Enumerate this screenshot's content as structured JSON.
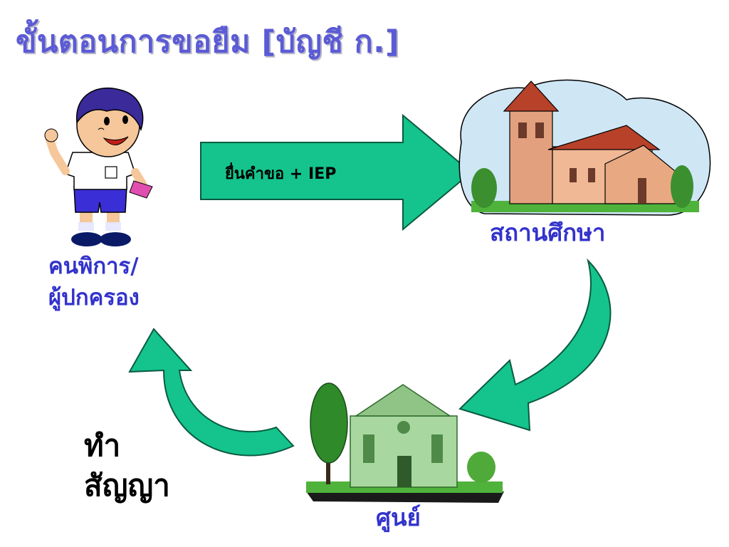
{
  "title": "ขั้นตอนการขอยืม [บัญชี ก.]",
  "nodes": {
    "person_line1": "คนพิการ/",
    "person_line2": "ผู้ปกครอง",
    "school": "สถานศึกษา",
    "center": "ศูนย์"
  },
  "arrows": {
    "submit_label": "ยื่นคำขอ  + IEP",
    "contract_line1": "ทำ",
    "contract_line2": "สัญญา"
  },
  "colors": {
    "title": "#5b5bd6",
    "labels": "#3333cc",
    "arrow_fill": "#14c48c",
    "arrow_stroke": "#0a5a40"
  }
}
